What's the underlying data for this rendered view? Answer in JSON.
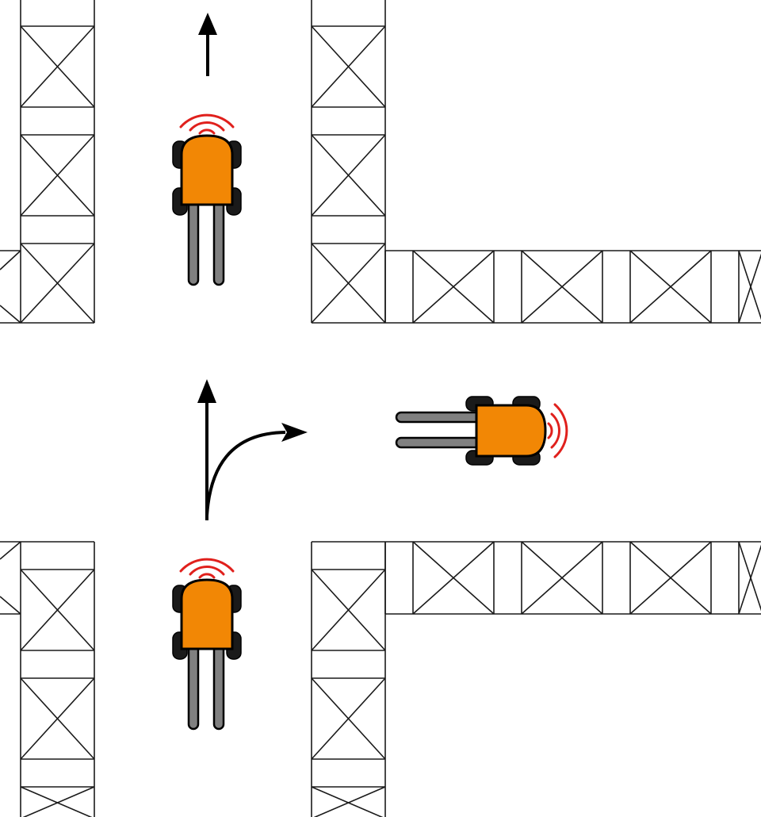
{
  "colors": {
    "background": "#ffffff",
    "rack_stroke": "#1a1a1a",
    "forklift_body": "#f28705",
    "forklift_forks": "#808080",
    "signal": "#e0201c",
    "arrow": "#000000"
  },
  "icons": {
    "forklift": "forklift-icon",
    "signal": "wireless-signal-icon",
    "arrow_straight": "arrow-up-icon",
    "arrow_turn_right": "arrow-turn-right-icon"
  },
  "scene": {
    "racks": [
      "left-upper",
      "left-lower",
      "right-upper-vertical",
      "right-upper-horizontal",
      "right-lower-vertical",
      "right-lower-horizontal"
    ],
    "forklifts": [
      {
        "id": "forklift-top",
        "heading": "north"
      },
      {
        "id": "forklift-bottom",
        "heading": "north"
      },
      {
        "id": "forklift-right",
        "heading": "east"
      }
    ],
    "arrows": [
      {
        "id": "arrow-top",
        "kind": "straight"
      },
      {
        "id": "arrow-middle",
        "kind": "straight-or-right"
      }
    ]
  }
}
